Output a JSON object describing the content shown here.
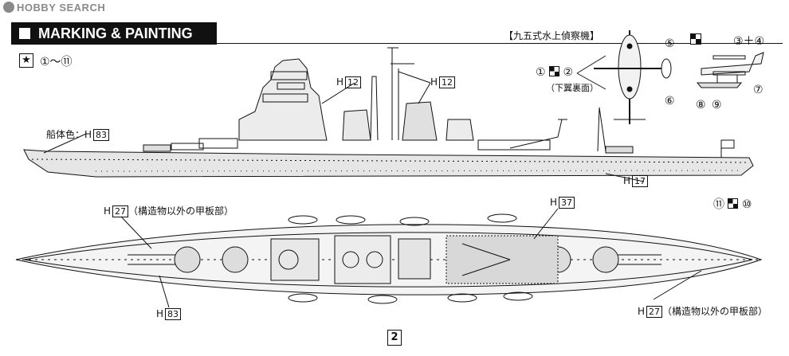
{
  "watermark": "HOBBY SEARCH",
  "header": {
    "title": "MARKING & PAINTING"
  },
  "markings_range": "①～⑪",
  "seaplane": {
    "title": "【九五式水上偵察機】",
    "mark_a": "①",
    "mark_b": "②",
    "under_wing": "（下翼裏面）",
    "mark_3_4": "③＋④",
    "m5": "⑤",
    "m6": "⑥",
    "m7": "⑦",
    "m8": "⑧",
    "m9": "⑨"
  },
  "side_view": {
    "hull_label": "船体色：H",
    "hull_code": "83",
    "bridge_h": "H",
    "bridge_code": "12",
    "mast_h": "H",
    "mast_code": "12",
    "waterline_h": "H",
    "waterline_code": "17",
    "flag_left": "⑪",
    "flag_right": "⑩"
  },
  "top_view": {
    "deck_h1": "H",
    "deck_code1": "27",
    "deck_note1": "（構造物以外の甲板部）",
    "cat_h": "H",
    "cat_code": "37",
    "hull_h": "H",
    "hull_code": "83",
    "deck_h2": "H",
    "deck_code2": "27",
    "deck_note2": "（構造物以外の甲板部）"
  },
  "page_number": "2"
}
